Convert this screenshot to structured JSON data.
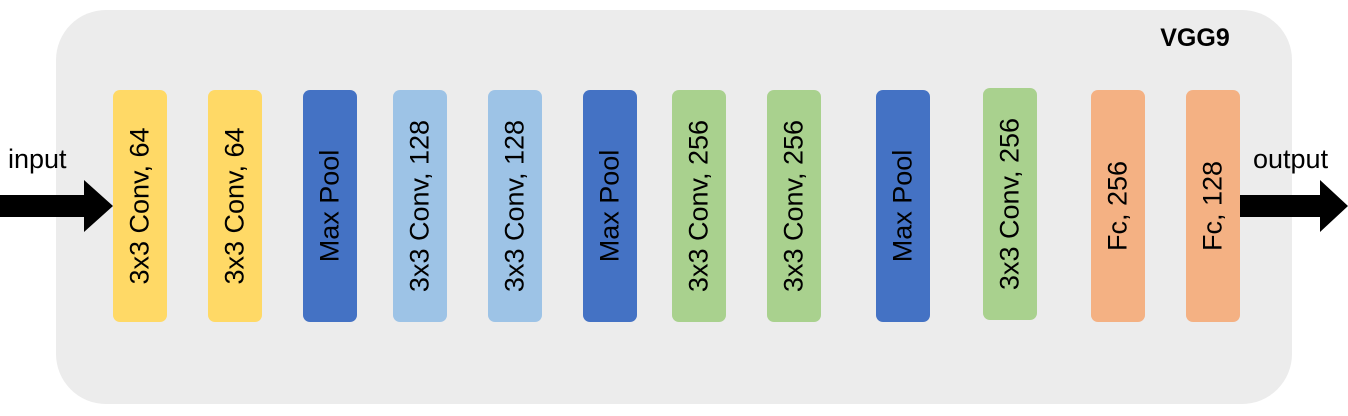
{
  "diagram": {
    "title": "VGG9",
    "input_label": "input",
    "output_label": "output",
    "colors": {
      "conv64": "#ffd966",
      "conv128": "#9dc3e6",
      "conv256": "#a9d18e",
      "pool": "#4472c4",
      "fc": "#f4b183",
      "container": "#ececec",
      "arrow": "#000000"
    },
    "layers": [
      {
        "label": "3x3 Conv, 64",
        "kind": "conv64"
      },
      {
        "label": "3x3 Conv, 64",
        "kind": "conv64"
      },
      {
        "label": "Max Pool",
        "kind": "pool"
      },
      {
        "label": "3x3 Conv, 128",
        "kind": "conv128"
      },
      {
        "label": "3x3 Conv, 128",
        "kind": "conv128"
      },
      {
        "label": "Max Pool",
        "kind": "pool"
      },
      {
        "label": "3x3 Conv, 256",
        "kind": "conv256"
      },
      {
        "label": "3x3 Conv, 256",
        "kind": "conv256"
      },
      {
        "label": "Max Pool",
        "kind": "pool"
      },
      {
        "label": "3x3 Conv, 256",
        "kind": "conv256"
      },
      {
        "label": "Fc, 256",
        "kind": "fc"
      },
      {
        "label": "Fc, 128",
        "kind": "fc"
      }
    ]
  }
}
